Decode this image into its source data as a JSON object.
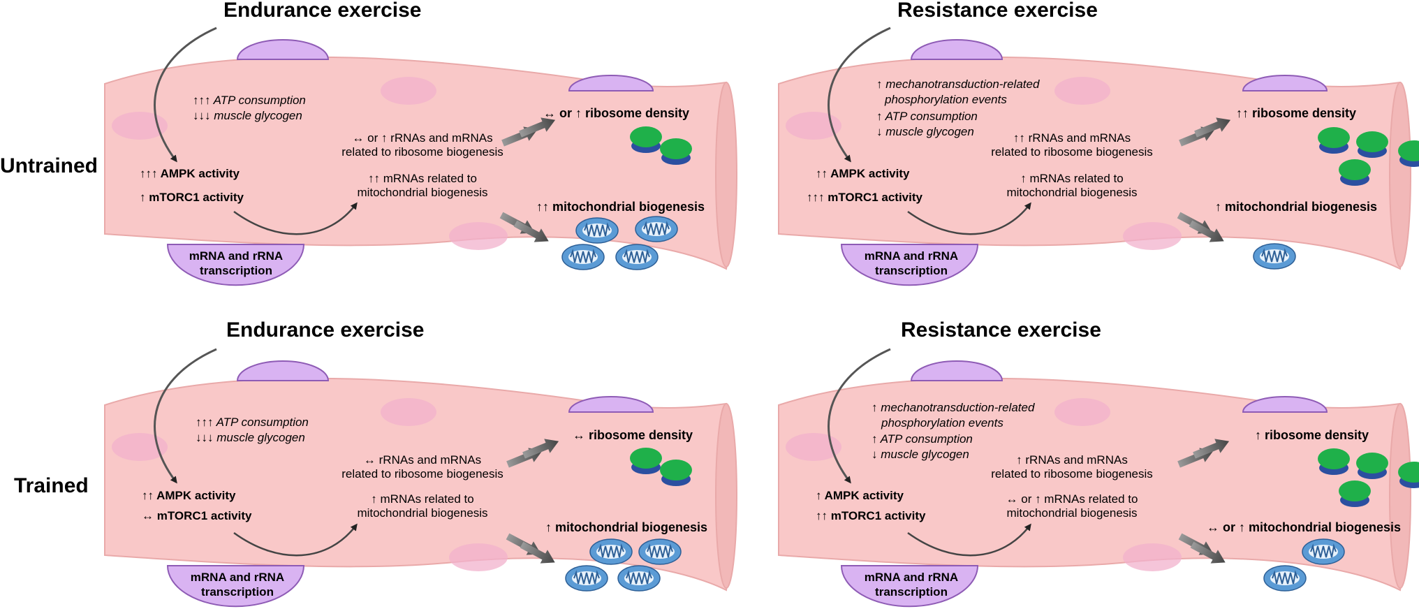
{
  "row_labels": {
    "untrained": "Untrained",
    "trained": "Trained"
  },
  "panels": {
    "ue": {
      "title": "Endurance exercise",
      "stress": [
        "↑↑↑ ATP consumption",
        "↓↓↓ muscle glycogen"
      ],
      "signal": [
        "↑↑↑ AMPK activity",
        "↑ mTORC1 activity"
      ],
      "rrna": [
        "↔ or ↑ rRNAs and mRNAs",
        "related to ribosome biogenesis"
      ],
      "mito_mrna": [
        "↑↑ mRNAs related to",
        "mitochondrial biogenesis"
      ],
      "ribosome": "↔ or ↑ ribosome density",
      "mito": "↑↑ mitochondrial biogenesis",
      "nucleus": [
        "mRNA and rRNA",
        "transcription"
      ]
    },
    "ur": {
      "title": "Resistance exercise",
      "stress": [
        "↑ mechanotransduction-related",
        "phosphorylation events",
        "↑ ATP consumption",
        "↓ muscle glycogen"
      ],
      "signal": [
        "↑↑ AMPK activity",
        "↑↑↑ mTORC1 activity"
      ],
      "rrna": [
        "↑↑ rRNAs and mRNAs",
        "related to ribosome biogenesis"
      ],
      "mito_mrna": [
        "↑ mRNAs related to",
        "mitochondrial biogenesis"
      ],
      "ribosome": "↑↑ ribosome density",
      "mito": "↑ mitochondrial biogenesis",
      "nucleus": [
        "mRNA and rRNA",
        "transcription"
      ]
    },
    "te": {
      "title": "Endurance exercise",
      "stress": [
        "↑↑↑ ATP consumption",
        "↓↓↓ muscle glycogen"
      ],
      "signal": [
        "↑↑ AMPK activity",
        "↔ mTORC1 activity"
      ],
      "rrna": [
        "↔ rRNAs and mRNAs",
        "related to ribosome biogenesis"
      ],
      "mito_mrna": [
        "↑ mRNAs related to",
        "mitochondrial biogenesis"
      ],
      "ribosome": "↔ ribosome density",
      "mito": "↑ mitochondrial biogenesis",
      "nucleus": [
        "mRNA and rRNA",
        "transcription"
      ]
    },
    "tr": {
      "title": "Resistance exercise",
      "stress": [
        "↑ mechanotransduction-related",
        "phosphorylation events",
        "↑ ATP consumption",
        "↓ muscle glycogen"
      ],
      "signal": [
        "↑ AMPK activity",
        "↑↑ mTORC1 activity"
      ],
      "rrna": [
        "↑ rRNAs and mRNAs",
        "related to ribosome biogenesis"
      ],
      "mito_mrna": [
        "↔ or ↑ mRNAs related to",
        "mitochondrial biogenesis"
      ],
      "ribosome": "↑ ribosome density",
      "mito": "↔ or ↑ mitochondrial biogenesis",
      "nucleus": [
        "mRNA and rRNA",
        "transcription"
      ]
    }
  },
  "colors": {
    "fiber_fill": "#f9c8c8",
    "fiber_stroke": "#e9a9a9",
    "nucleus_fill": "#d9b3f2",
    "nucleus_stroke": "#8e5bb5",
    "ribosome_large": "#1fb04a",
    "ribosome_small": "#2b4fa0",
    "mitochondrion": "#5b9bd5"
  }
}
